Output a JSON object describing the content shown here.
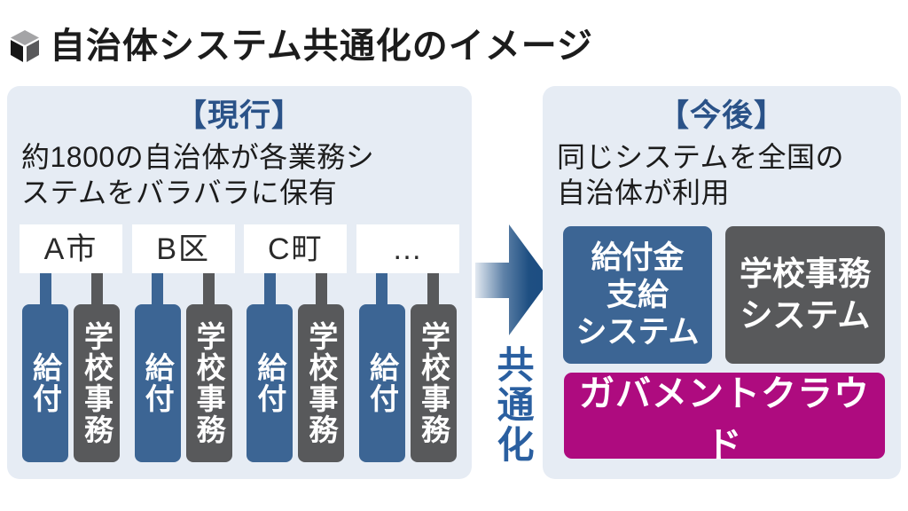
{
  "title": {
    "text": "自治体システム共通化のイメージ"
  },
  "left_panel": {
    "header": "【現行】",
    "description_lines": [
      "約1800の自治体が各業務シ",
      "ステムをバラバラに保有"
    ],
    "municipalities": [
      "A市",
      "B区",
      "C町",
      "…"
    ],
    "bar_blue_label": "給付",
    "bar_gray_label": "学校事務"
  },
  "arrow": {
    "label": "共通化"
  },
  "right_panel": {
    "header": "【今後】",
    "description_lines": [
      "同じシステムを全国の",
      "自治体が利用"
    ],
    "box_blue_lines": [
      "給付金",
      "支給",
      "システム"
    ],
    "box_gray_lines": [
      "学校事務",
      "システム"
    ],
    "box_magenta": "ガバメントクラウド"
  },
  "colors": {
    "panel_bg": "#e6ecf4",
    "accent_blue": "#3c6594",
    "dark_gray": "#58595b",
    "magenta": "#ae0b7f",
    "header_blue": "#2a5288",
    "arrow_blue": "#1c4d81"
  }
}
